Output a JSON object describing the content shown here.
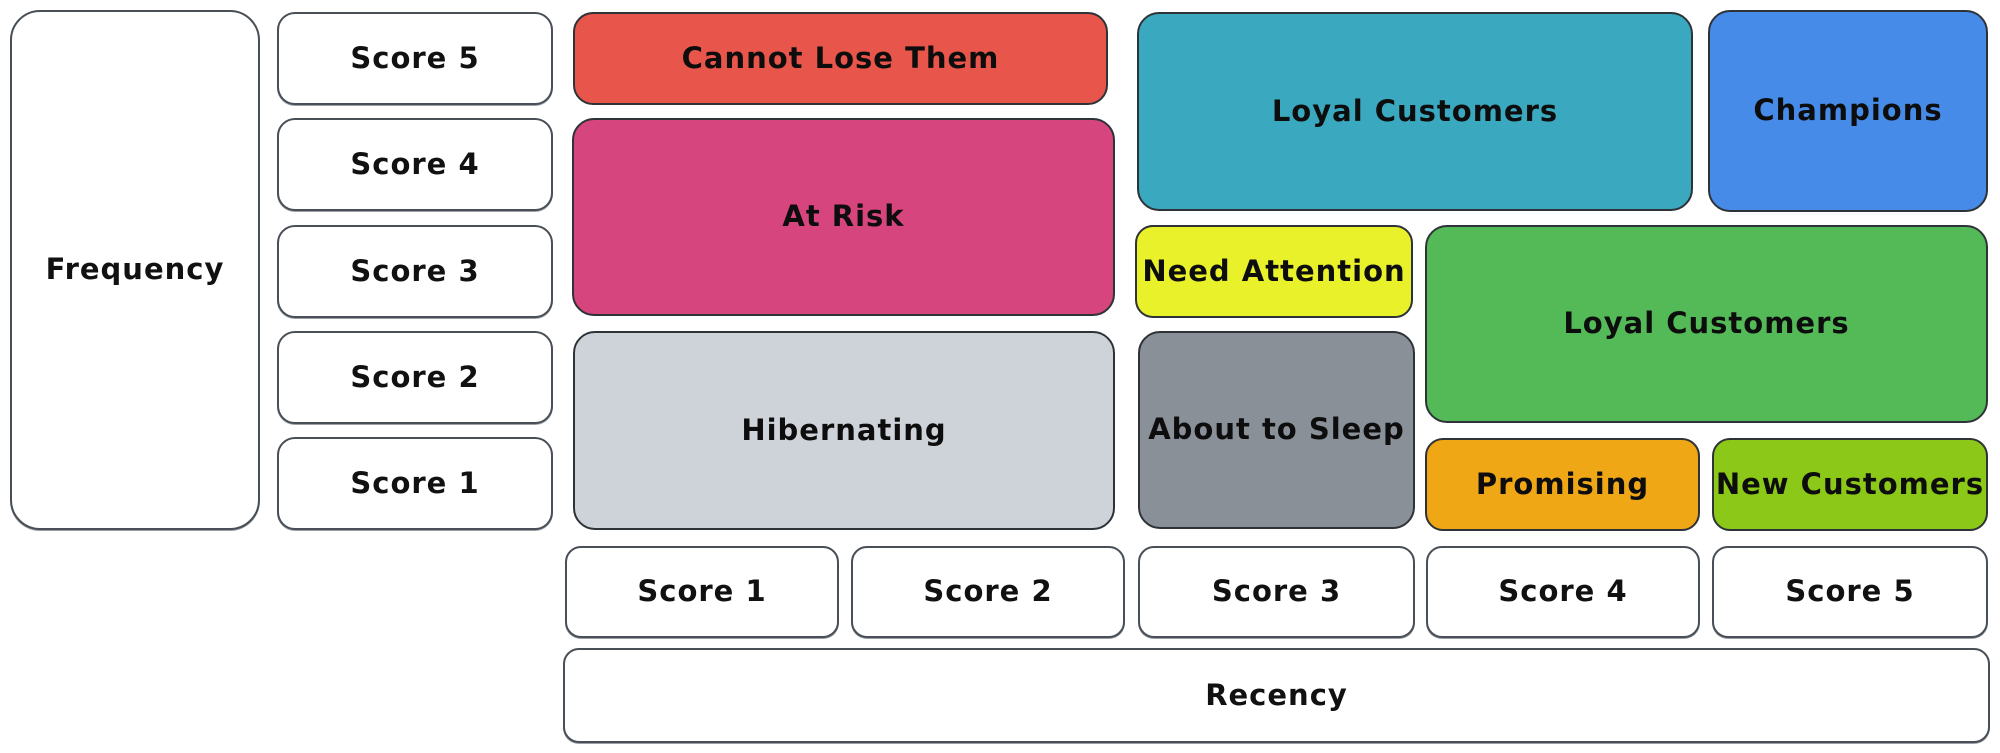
{
  "axes": {
    "frequency": {
      "label": "Frequency",
      "scores": [
        "Score 5",
        "Score 4",
        "Score 3",
        "Score 2",
        "Score 1"
      ]
    },
    "recency": {
      "label": "Recency",
      "scores": [
        "Score 1",
        "Score 2",
        "Score 3",
        "Score 4",
        "Score 5"
      ]
    }
  },
  "segments": [
    {
      "label": "Cannot Lose Them",
      "color": "#e8564b",
      "recency_scores": "1-2",
      "frequency_scores": "5"
    },
    {
      "label": "At Risk",
      "color": "#d6457e",
      "recency_scores": "1-2",
      "frequency_scores": "3-4"
    },
    {
      "label": "Hibernating",
      "color": "#ced3da",
      "recency_scores": "1-2",
      "frequency_scores": "1-2"
    },
    {
      "label": "Loyal Customers",
      "color": "#3aa8bf",
      "recency_scores": "3-4",
      "frequency_scores": "4-5"
    },
    {
      "label": "Champions",
      "color": "#478be8",
      "recency_scores": "5",
      "frequency_scores": "4-5"
    },
    {
      "label": "Need Attention",
      "color": "#e9f12b",
      "recency_scores": "3",
      "frequency_scores": "3"
    },
    {
      "label": "Loyal Customers",
      "color": "#54ba57",
      "recency_scores": "4-5",
      "frequency_scores": "2-3"
    },
    {
      "label": "About to Sleep",
      "color": "#8a9098",
      "recency_scores": "3",
      "frequency_scores": "1-2"
    },
    {
      "label": "Promising",
      "color": "#f0a716",
      "recency_scores": "4",
      "frequency_scores": "1"
    },
    {
      "label": "New Customers",
      "color": "#8bc818",
      "recency_scores": "5",
      "frequency_scores": "1"
    }
  ]
}
